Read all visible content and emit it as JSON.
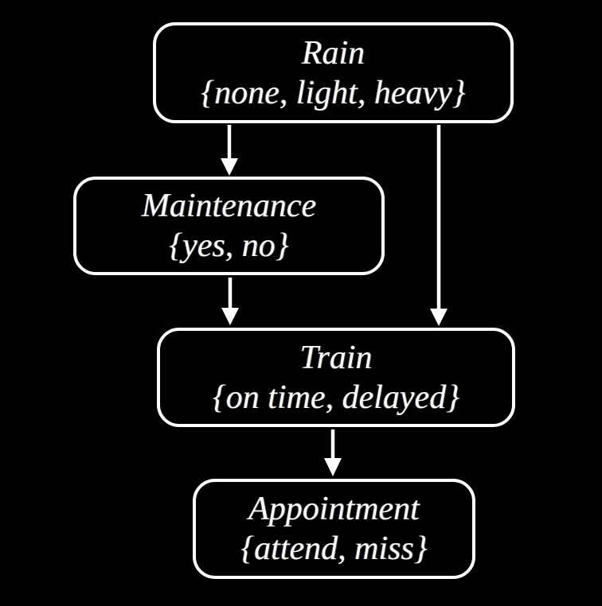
{
  "diagram": {
    "type": "bayesian-network",
    "background_color": "#000000",
    "node_border_color": "#ffffff",
    "text_color": "#ffffff",
    "arrow_color": "#ffffff",
    "nodes": [
      {
        "id": "rain",
        "name": "Rain",
        "values": "{none, light, heavy}"
      },
      {
        "id": "maintenance",
        "name": "Maintenance",
        "values": "{yes, no}"
      },
      {
        "id": "train",
        "name": "Train",
        "values": "{on time, delayed}"
      },
      {
        "id": "appointment",
        "name": "Appointment",
        "values": "{attend, miss}"
      }
    ],
    "edges": [
      {
        "from": "rain",
        "to": "maintenance"
      },
      {
        "from": "rain",
        "to": "train"
      },
      {
        "from": "maintenance",
        "to": "train"
      },
      {
        "from": "train",
        "to": "appointment"
      }
    ]
  }
}
